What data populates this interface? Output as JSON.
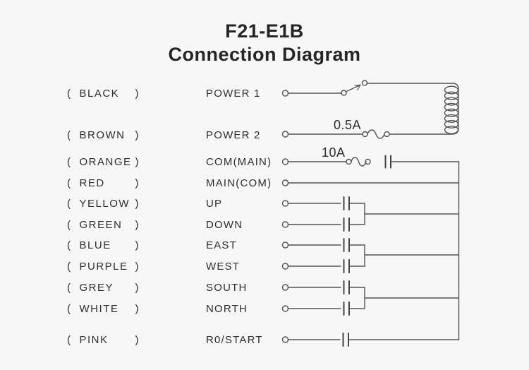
{
  "title": {
    "line1": "F21-E1B",
    "line2": "Connection Diagram"
  },
  "punctuation": {
    "paren_open": "(",
    "paren_close": ")"
  },
  "rows": [
    {
      "color": "BLACK",
      "function": "POWER 1"
    },
    {
      "color": "BROWN",
      "function": "POWER 2"
    },
    {
      "color": "ORANGE",
      "function": "COM(MAIN)"
    },
    {
      "color": "RED",
      "function": "MAIN(COM)"
    },
    {
      "color": "YELLOW",
      "function": "UP"
    },
    {
      "color": "GREEN",
      "function": "DOWN"
    },
    {
      "color": "BLUE",
      "function": "EAST"
    },
    {
      "color": "PURPLE",
      "function": "WEST"
    },
    {
      "color": "GREY",
      "function": "SOUTH"
    },
    {
      "color": "WHITE",
      "function": "NORTH"
    },
    {
      "color": "PINK",
      "function": "R0/START"
    }
  ],
  "circuit": {
    "fuse_power2_rating": "0.5A",
    "fuse_com_rating": "10A"
  },
  "colors": {
    "background": "#f7f7f7",
    "line": "#555555",
    "contact_bar": "#444444",
    "text": "#2e2e2e"
  }
}
